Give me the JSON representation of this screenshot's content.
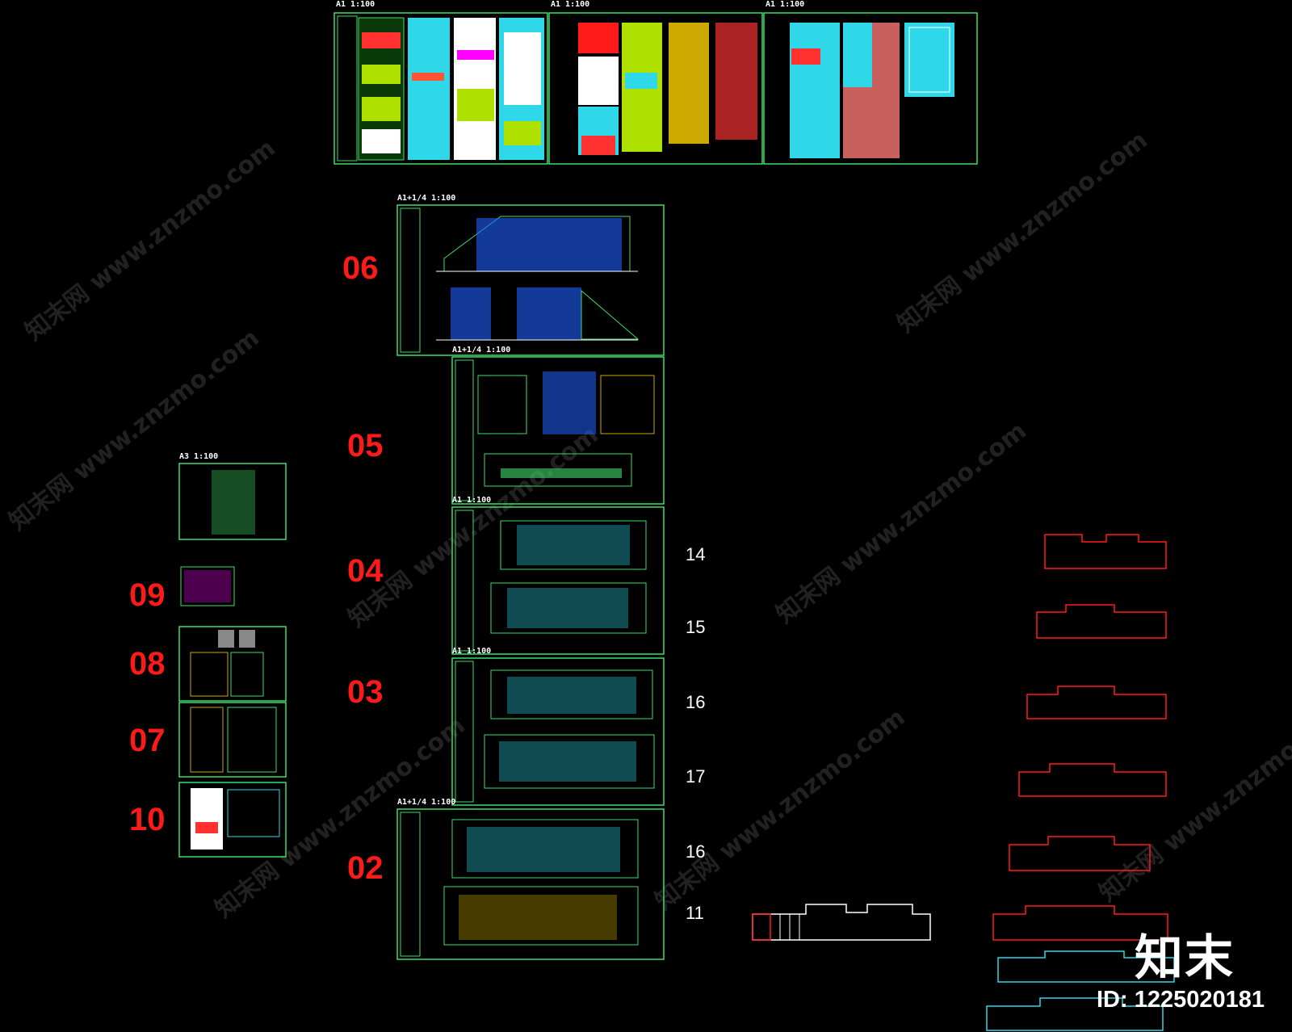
{
  "colors": {
    "frame": "#3fdc6a",
    "cyan": "#2fd8e8",
    "red": "#ff1a1a",
    "yellow_green": "#aee000",
    "magenta": "#ff00ff",
    "white": "#ffffff",
    "blue": "#2060ff"
  },
  "top_sheets": [
    {
      "label": "A1 1:100"
    },
    {
      "label": "A1 1:100"
    },
    {
      "label": "A1 1:100"
    }
  ],
  "column_sheets": [
    {
      "label": "A1+1/4 1:100",
      "number": "06"
    },
    {
      "label": "A1+1/4 1:100",
      "number": "05"
    },
    {
      "label": "A1 1:100",
      "number": "04"
    },
    {
      "label": "A1 1:100",
      "number": "03"
    },
    {
      "label": "A1+1/4 1:100",
      "number": "02"
    }
  ],
  "left_sheets": [
    {
      "label": "A3 1:100",
      "number": ""
    },
    {
      "label": "",
      "number": "09"
    },
    {
      "label": "",
      "number": "08"
    },
    {
      "label": "",
      "number": "07"
    },
    {
      "label": "",
      "number": "10"
    }
  ],
  "floor_labels": [
    "14",
    "15",
    "16",
    "17",
    "16",
    "11"
  ],
  "watermarks": [
    {
      "text": "知末网 www.znzmo.com"
    },
    {
      "text": "知末网 www.znzmo.com"
    },
    {
      "text": "知末网 www.znzmo.com"
    },
    {
      "text": "知末网 www.znzmo.com"
    },
    {
      "text": "知末网 www.znzmo.com"
    },
    {
      "text": "知末网 www.znzmo.com"
    },
    {
      "text": "知末网 www.znzmo.com"
    },
    {
      "text": "知末网 www.znzmo.com"
    }
  ],
  "brand": "知末",
  "id_text": "ID: 1225020181"
}
